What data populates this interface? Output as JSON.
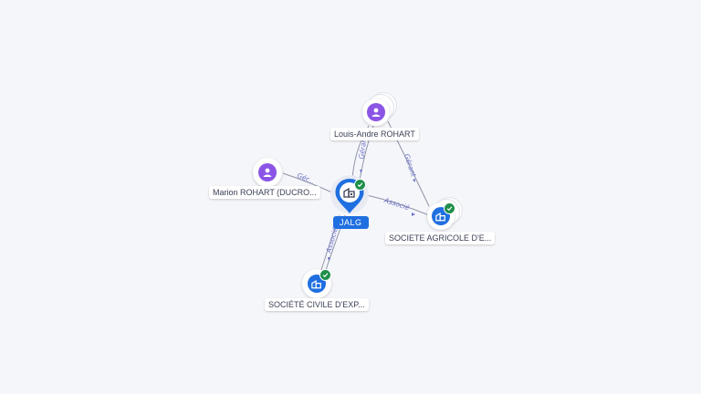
{
  "nodes": {
    "louis": {
      "label": "Louis-Andre ROHART",
      "type": "person",
      "icon": "person-icon"
    },
    "marion": {
      "label": "Marion ROHART (DUCRO...",
      "type": "person",
      "icon": "person-icon"
    },
    "jalg": {
      "label": "JALG",
      "type": "company",
      "icon": "building-icon",
      "verified": true
    },
    "agricole": {
      "label": "SOCIETE AGRICOLE D'E...",
      "type": "company",
      "icon": "building-icon",
      "verified": true
    },
    "civile": {
      "label": "SOCIÉTÉ CIVILE D'EXP...",
      "type": "company",
      "icon": "building-icon",
      "verified": true
    }
  },
  "edges": [
    {
      "id": "louis-jalg",
      "label": "Gérant"
    },
    {
      "id": "louis-agricole",
      "label": "Gérant"
    },
    {
      "id": "marion-jalg",
      "label": "Gér..."
    },
    {
      "id": "jalg-agricole",
      "label": "Associé"
    },
    {
      "id": "jalg-civile",
      "label": "Associé"
    }
  ],
  "colors": {
    "person": "#8a55e6",
    "company": "#1f6fe0",
    "verified": "#1f8f4a",
    "edge": "#8f95a8",
    "edge_label": "#6b72c9"
  }
}
